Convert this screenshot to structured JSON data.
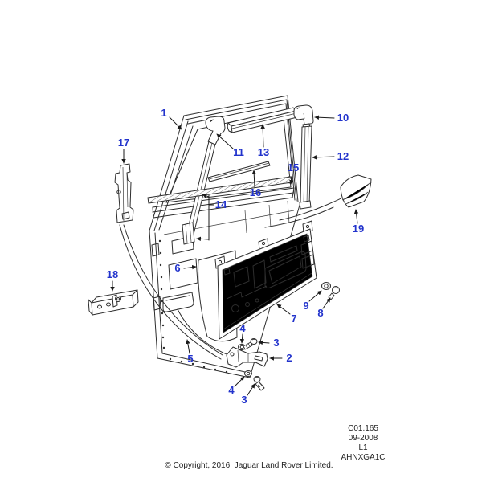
{
  "diagram": {
    "callouts": {
      "c1": "1",
      "c2": "2",
      "c3a": "3",
      "c3b": "3",
      "c4a": "4",
      "c4b": "4",
      "c5": "5",
      "c6": "6",
      "c7": "7",
      "c8": "8",
      "c9": "9",
      "c10": "10",
      "c11": "11",
      "c12": "12",
      "c13": "13",
      "c14": "14",
      "c15": "15",
      "c16": "16",
      "c17": "17",
      "c18": "18",
      "c19": "19"
    },
    "footer": {
      "drawing_code": "C01.165",
      "date_code": "09-2008",
      "sheet_code": "L1",
      "part_ref": "AHNXGA1C",
      "copyright": "© Copyright, 2016. Jaguar Land Rover Limited."
    }
  },
  "colors": {
    "callout_text": "#2233cc",
    "line": "#2d2d2d",
    "background": "#ffffff"
  }
}
